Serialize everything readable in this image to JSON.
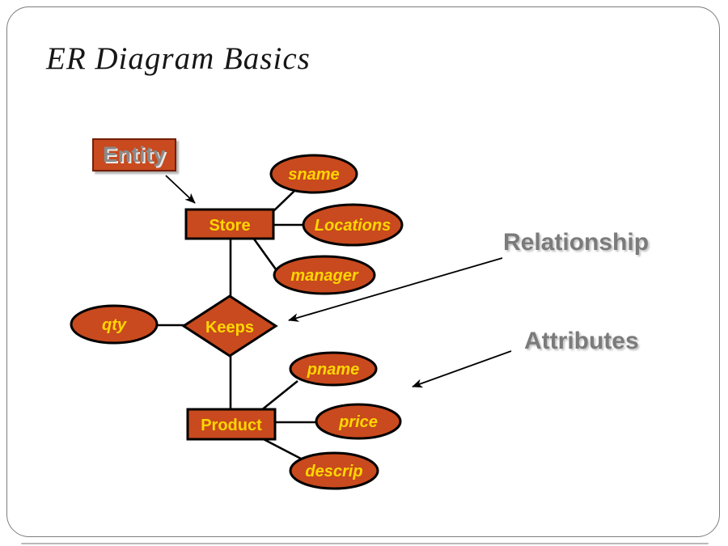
{
  "slide": {
    "title": "ER Diagram Basics"
  },
  "callouts": {
    "entity": "Entity",
    "relationship": "Relationship",
    "attributes": "Attributes"
  },
  "nodes": {
    "store": {
      "label": "Store",
      "type": "entity"
    },
    "product": {
      "label": "Product",
      "type": "entity"
    },
    "keeps": {
      "label": "Keeps",
      "type": "relationship"
    },
    "sname": {
      "label": "sname",
      "type": "attribute"
    },
    "locations": {
      "label": "Locations",
      "type": "attribute"
    },
    "manager": {
      "label": "manager",
      "type": "attribute"
    },
    "qty": {
      "label": "qty",
      "type": "attribute"
    },
    "pname": {
      "label": "pname",
      "type": "attribute"
    },
    "price": {
      "label": "price",
      "type": "attribute"
    },
    "descrip": {
      "label": "descrip",
      "type": "attribute"
    }
  },
  "diagram": {
    "type": "er-diagram",
    "edges": [
      {
        "from": "store",
        "to": "sname"
      },
      {
        "from": "store",
        "to": "locations"
      },
      {
        "from": "store",
        "to": "manager"
      },
      {
        "from": "store",
        "to": "keeps"
      },
      {
        "from": "keeps",
        "to": "qty"
      },
      {
        "from": "keeps",
        "to": "product"
      },
      {
        "from": "product",
        "to": "pname"
      },
      {
        "from": "product",
        "to": "price"
      },
      {
        "from": "product",
        "to": "descrip"
      }
    ],
    "annotations": [
      {
        "label": "Entity",
        "points_to": "store"
      },
      {
        "label": "Relationship",
        "points_to": "keeps"
      },
      {
        "label": "Attributes",
        "points_to": "product attributes"
      }
    ]
  },
  "colors": {
    "shape_fill": "#C84A1E",
    "shape_stroke": "#000000",
    "shape_text": "#FFD600",
    "entity_callout_border": "#741E03",
    "entity_callout_text": "#8A8A8A",
    "callout_text": "#7B7B7B",
    "slide_border": "#7D7D7D",
    "background": "#FFFFFF"
  }
}
